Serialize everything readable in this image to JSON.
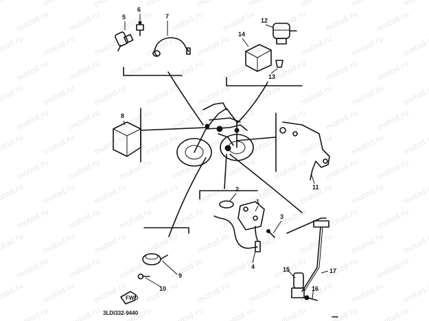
{
  "watermark": "motod.ru",
  "diagram_code": "3LDI332-9440",
  "fwd_label": "FWD",
  "callouts": [
    "1",
    "2",
    "3",
    "4",
    "5",
    "6",
    "7",
    "8",
    "9",
    "10",
    "11",
    "12",
    "13",
    "14",
    "15",
    "16",
    "17"
  ]
}
